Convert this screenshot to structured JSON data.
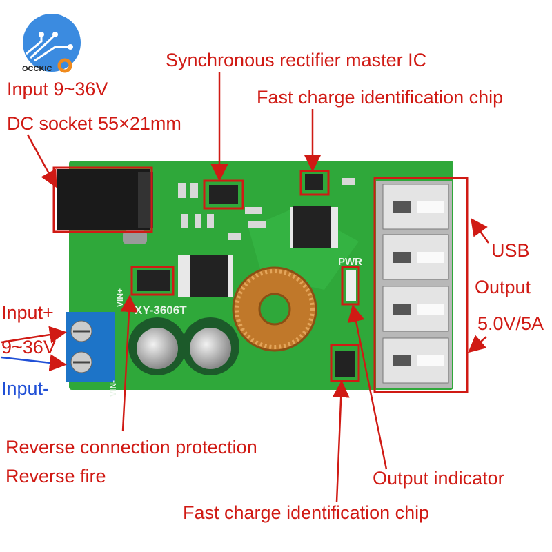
{
  "logo": {
    "text": "OCCKIC"
  },
  "labels": {
    "input_range": "Input 9~36V",
    "dc_socket": "DC socket 55×21mm",
    "sync_rectifier": "Synchronous rectifier master IC",
    "fast_charge_top": "Fast charge identification chip",
    "usb": "USB",
    "output": "Output",
    "output_spec": "5.0V/5A",
    "input_plus": "Input+",
    "input_voltage": "9~36V",
    "input_minus": "Input-",
    "reverse_protection": "Reverse connection protection",
    "reverse_fire": "Reverse fire",
    "output_indicator": "Output indicator",
    "fast_charge_bottom": "Fast charge identification chip"
  },
  "board": {
    "model": "XY-3606T",
    "pwr": "PWR",
    "vin_plus": "VIN+",
    "vin_minus": "VIN-"
  },
  "colors": {
    "annotation": "#d01a14",
    "board": "#2fa83a",
    "logo": "#3b8be0"
  }
}
